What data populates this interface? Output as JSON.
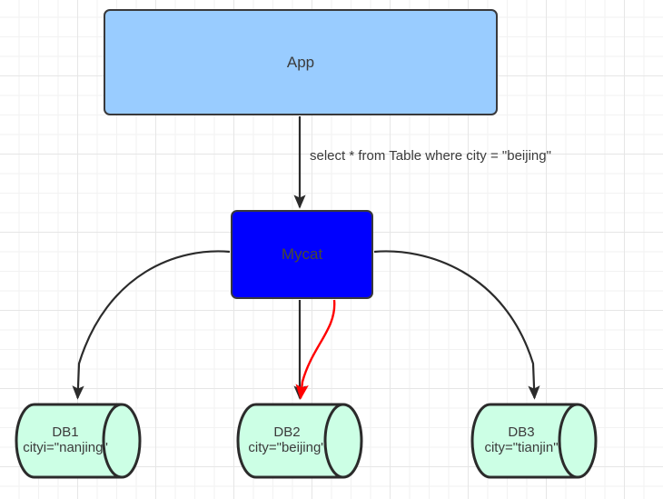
{
  "diagram": {
    "title": "Mycat sharding routing diagram",
    "background": "grid",
    "nodes": {
      "app": {
        "label": "App",
        "fill": "#99CCFF",
        "stroke": "#39393b",
        "shape": "rounded-rect"
      },
      "mycat": {
        "label": "Mycat",
        "fill": "#0000FF",
        "stroke": "#39393b",
        "text_color": "#4a4a32",
        "shape": "rounded-rect"
      },
      "databases": [
        {
          "name": "DB1",
          "condition": "cityi=\"nanjing\"",
          "fill": "#CCFFE5",
          "stroke": "#2b2b2b",
          "shape": "cylinder"
        },
        {
          "name": "DB2",
          "condition": "city=\"beijing\"",
          "fill": "#CCFFE5",
          "stroke": "#2b2b2b",
          "shape": "cylinder"
        },
        {
          "name": "DB3",
          "condition": "city=\"tianjin\"",
          "fill": "#CCFFE5",
          "stroke": "#2b2b2b",
          "shape": "cylinder"
        }
      ]
    },
    "edges": {
      "query_label": "select * from Table where city = \"beijing\"",
      "app_to_mycat": {
        "color": "#2b2b2b",
        "style": "straight-arrow"
      },
      "mycat_to_db1": {
        "color": "#2b2b2b",
        "style": "curved-arrow"
      },
      "mycat_to_db2_black": {
        "color": "#2b2b2b",
        "style": "straight-arrow"
      },
      "mycat_to_db2_red": {
        "color": "#FF0000",
        "style": "curved-arrow"
      },
      "mycat_to_db3": {
        "color": "#2b2b2b",
        "style": "curved-arrow"
      }
    }
  }
}
